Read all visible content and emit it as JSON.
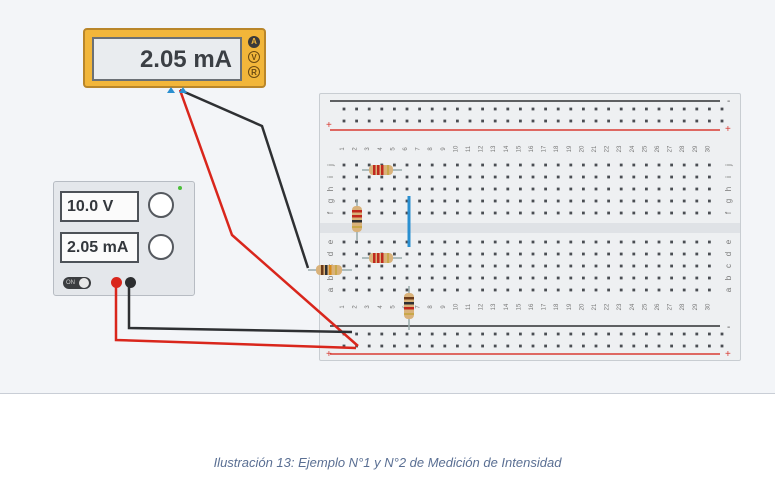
{
  "multimeter": {
    "reading": "2.05 mA",
    "modes": [
      "A",
      "V",
      "R"
    ],
    "active_mode": "A",
    "body_color": "#f2b63a"
  },
  "power_supply": {
    "voltage": "10.0 V",
    "current": "2.05 mA",
    "switch_label": "ON"
  },
  "breadboard": {
    "column_numbers": [
      "1",
      "2",
      "3",
      "4",
      "5",
      "6",
      "7",
      "8",
      "9",
      "10",
      "11",
      "12",
      "13",
      "14",
      "15",
      "16",
      "17",
      "18",
      "19",
      "20",
      "21",
      "22",
      "23",
      "24",
      "25",
      "26",
      "27",
      "28",
      "29",
      "30"
    ],
    "row_letters_top": [
      "j",
      "i",
      "h",
      "g",
      "f"
    ],
    "row_letters_bottom": [
      "e",
      "d",
      "c",
      "b",
      "a"
    ],
    "rail_minus": "-",
    "rail_plus": "+"
  },
  "colors": {
    "wire_red": "#d9261c",
    "wire_black": "#2e3033",
    "wire_blue": "#2a8fd0",
    "rail_red": "#d83a32"
  },
  "caption": "Ilustración 13: Ejemplo N°1 y N°2 de Medición de Intensidad"
}
